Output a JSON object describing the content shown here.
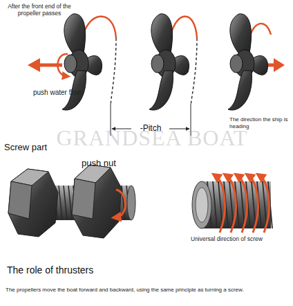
{
  "diagram": {
    "title": "The role of thrusters",
    "caption": "The propellers move the boat forward and backward, using the same principle as turning a screw.",
    "labels": [
      "After the front end of the propeller passes",
      "push water flow",
      "-Pitch",
      "The direction the ship is heading",
      "GRANDSEA BOAT",
      "Screw part",
      "push nut",
      "Universal direction of screw"
    ]
  }
}
